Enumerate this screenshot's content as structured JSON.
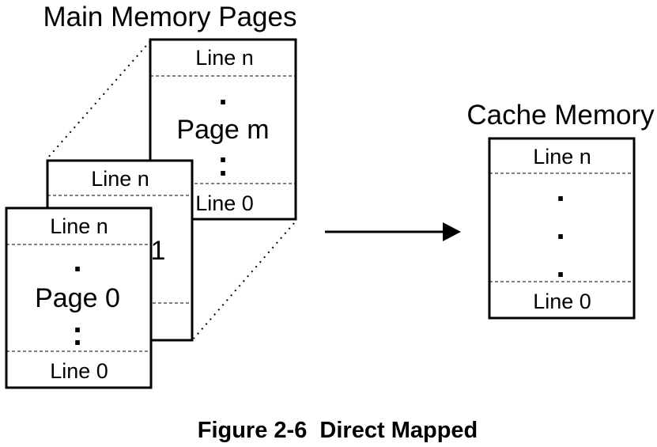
{
  "labels": {
    "main_memory": "Main Memory Pages",
    "cache_memory": "Cache Memory",
    "caption": "Figure 2-6  Direct Mapped"
  },
  "pages": {
    "page_m": {
      "name": "Page m",
      "top_line": "Line n",
      "bottom_line": "Line 0"
    },
    "page_1": {
      "name": "1",
      "top_line": "Line n",
      "bottom_line": ""
    },
    "page_0": {
      "name": "Page 0",
      "top_line": "Line n",
      "bottom_line": "Line 0"
    }
  },
  "cache": {
    "top_line": "Line n",
    "bottom_line": "Line 0"
  },
  "ellipsis": "."
}
